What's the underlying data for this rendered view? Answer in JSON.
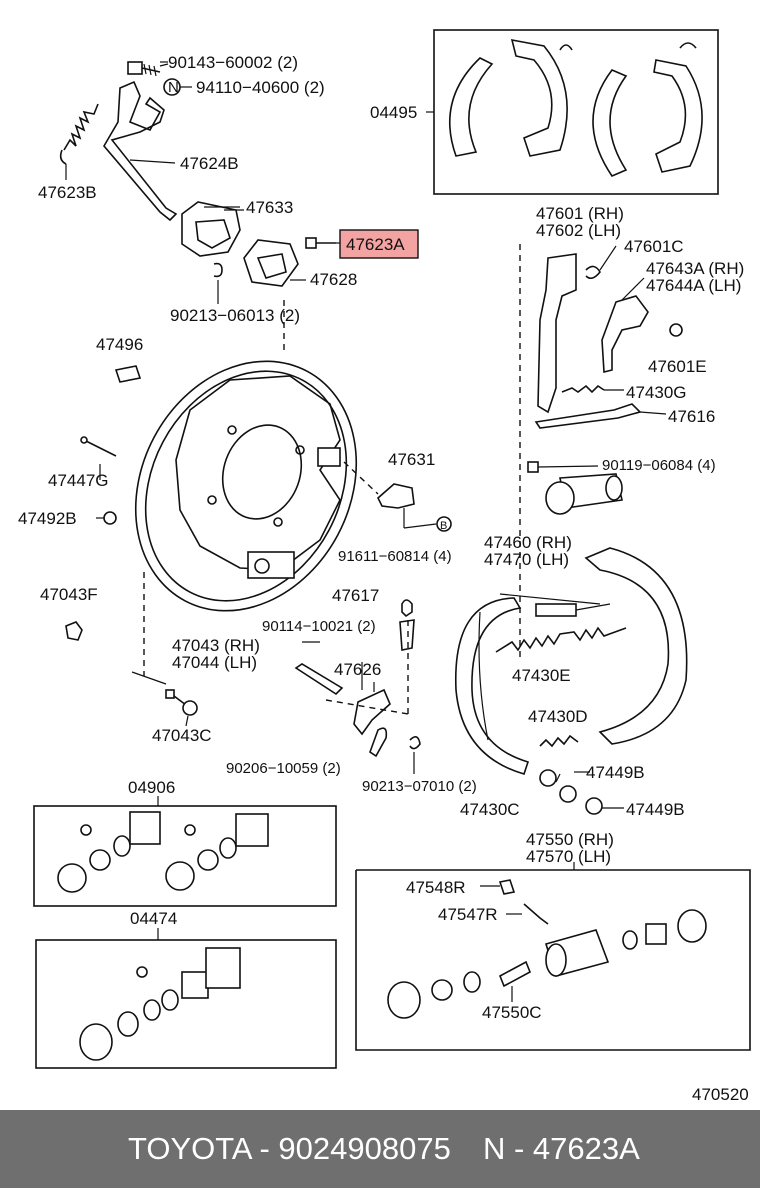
{
  "colors": {
    "highlight": "#f4a3a3",
    "footer_bg": "#6f6f6f",
    "footer_text": "#ffffff",
    "ink": "#111111"
  },
  "labels": {
    "l_90143": "90143−60002 (2)",
    "l_94110": "94110−40600 (2)",
    "l_04495": "04495",
    "l_47623B": "47623B",
    "l_47624B": "47624B",
    "l_47633": "47633",
    "l_47623A": "47623A",
    "l_47628": "47628",
    "l_90213a": "90213−06013 (2)",
    "l_47601": "47601 (RH)",
    "l_47602": "47602 (LH)",
    "l_47601C": "47601C",
    "l_47643A": "47643A (RH)",
    "l_47644A": "47644A (LH)",
    "l_47496": "47496",
    "l_47601E": "47601E",
    "l_47430G": "47430G",
    "l_47616": "47616",
    "l_47447G": "47447G",
    "l_47631": "47631",
    "l_90119": "90119−06084 (4)",
    "l_47492B": "47492B",
    "l_91611": "91611−60814 (4)",
    "l_47460": "47460 (RH)",
    "l_47470": "47470 (LH)",
    "l_47043F": "47043F",
    "l_47617": "47617",
    "l_90114": "90114−10021 (2)",
    "l_47430E": "47430E",
    "l_47043": "47043 (RH)",
    "l_47044": "47044 (LH)",
    "l_47626": "47626",
    "l_47430D": "47430D",
    "l_47043C": "47043C",
    "l_90206": "90206−10059 (2)",
    "l_90213b": "90213−07010 (2)",
    "l_47449Ba": "47449B",
    "l_04906": "04906",
    "l_47430C": "47430C",
    "l_47449Bb": "47449B",
    "l_47550": "47550 (RH)",
    "l_47570": "47570 (LH)",
    "l_47548R": "47548R",
    "l_04474": "04474",
    "l_47547R": "47547R",
    "l_47550C": "47550C",
    "l_470520": "470520"
  },
  "footer": {
    "left": "TOYOTA - 9024908075",
    "right": "N - 47623A"
  }
}
